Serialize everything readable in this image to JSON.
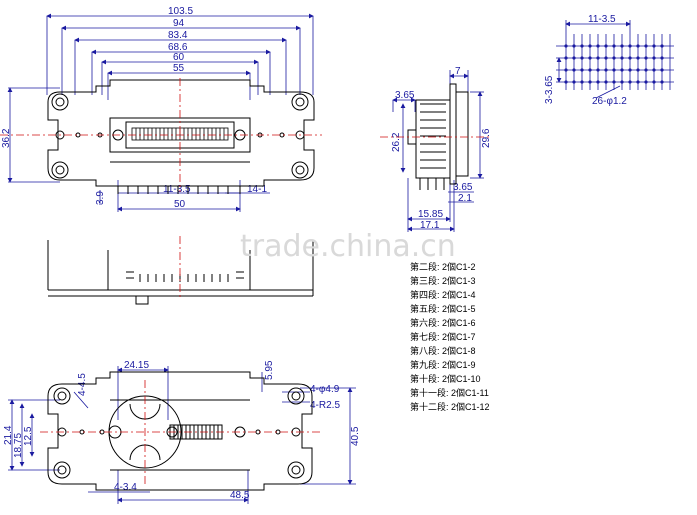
{
  "top_view": {
    "dims": [
      "103.5",
      "94",
      "83.4",
      "68.6",
      "60",
      "55",
      "36.2",
      "3.9",
      "11-3.5",
      "14-1",
      "50"
    ]
  },
  "side_view": {
    "dims": [
      "7",
      "3.65",
      "26.2",
      "29.6",
      "3.65",
      "2.1",
      "15.85",
      "17.1"
    ]
  },
  "pin_detail": {
    "dims": [
      "11-3.5",
      "3-3.65",
      "26-φ1.2"
    ]
  },
  "bottom_view": {
    "dims": [
      "24.15",
      "4-4.5",
      "5.95",
      "4-φ4.9",
      "4-R2.5",
      "21.4",
      "18.75",
      "12.5",
      "40.5",
      "4-3.4",
      "48.5"
    ]
  },
  "spec_list": [
    "第二段: 2個C1-2",
    "第三段: 2個C1-3",
    "第四段: 2個C1-4",
    "第五段: 2個C1-5",
    "第六段: 2個C1-6",
    "第七段: 2個C1-7",
    "第八段: 2個C1-8",
    "第九段: 2個C1-9",
    "第十段: 2個C1-10",
    "第十一段: 2個C1-11",
    "第十二段: 2個C1-12"
  ],
  "watermark": "trade.china.cn",
  "colors": {
    "dimension": "#1a1aa0",
    "center_line": "#d01010",
    "outline": "#000000"
  }
}
